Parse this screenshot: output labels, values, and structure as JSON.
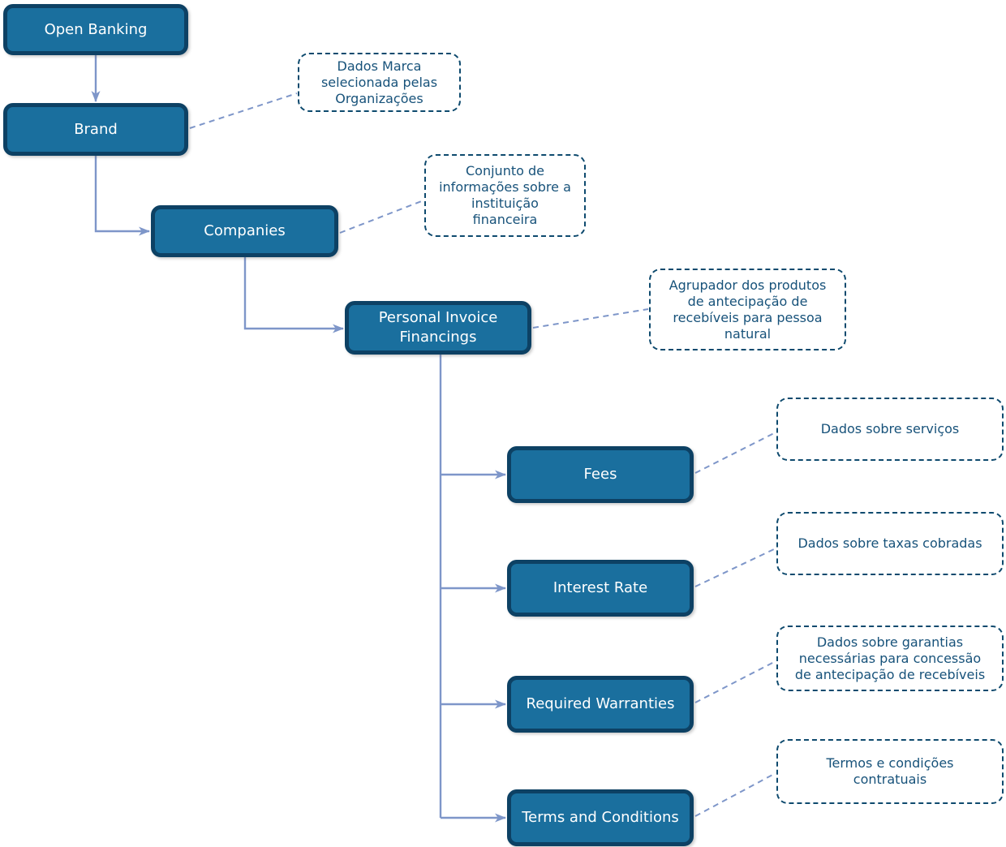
{
  "diagram": {
    "type": "hierarchy-flowchart",
    "colors": {
      "node_fill": "#1A6F9E",
      "node_border": "#0D4164",
      "node_text": "#FFFFFF",
      "connector": "#7E96C9",
      "note_border": "#0E4A6E",
      "note_text": "#17527A",
      "background": "#FFFFFF"
    },
    "nodes": [
      {
        "id": "open-banking",
        "label": "Open Banking"
      },
      {
        "id": "brand",
        "label": "Brand"
      },
      {
        "id": "companies",
        "label": "Companies"
      },
      {
        "id": "personal-invoice-financings",
        "label": "Personal Invoice\nFinancings"
      },
      {
        "id": "fees",
        "label": "Fees"
      },
      {
        "id": "interest-rate",
        "label": "Interest Rate"
      },
      {
        "id": "required-warranties",
        "label": "Required Warranties"
      },
      {
        "id": "terms-and-conditions",
        "label": "Terms and Conditions"
      }
    ],
    "notes": [
      {
        "for": "brand",
        "text": "Dados Marca\nselecionada pelas\nOrganizações"
      },
      {
        "for": "companies",
        "text": "Conjunto de\ninformações sobre a\ninstituição\nfinanceira"
      },
      {
        "for": "personal-invoice-financings",
        "text": "Agrupador dos produtos\nde antecipação de\nrecebíveis para pessoa\nnatural"
      },
      {
        "for": "fees",
        "text": "Dados sobre serviços"
      },
      {
        "for": "interest-rate",
        "text": "Dados sobre taxas cobradas"
      },
      {
        "for": "required-warranties",
        "text": "Dados sobre garantias\nnecessárias para concessão\nde antecipação de recebíveis"
      },
      {
        "for": "terms-and-conditions",
        "text": "Termos e condições\ncontratuais"
      }
    ],
    "edges": [
      {
        "from": "open-banking",
        "to": "brand"
      },
      {
        "from": "brand",
        "to": "companies"
      },
      {
        "from": "companies",
        "to": "personal-invoice-financings"
      },
      {
        "from": "personal-invoice-financings",
        "to": "fees"
      },
      {
        "from": "personal-invoice-financings",
        "to": "interest-rate"
      },
      {
        "from": "personal-invoice-financings",
        "to": "required-warranties"
      },
      {
        "from": "personal-invoice-financings",
        "to": "terms-and-conditions"
      }
    ]
  }
}
